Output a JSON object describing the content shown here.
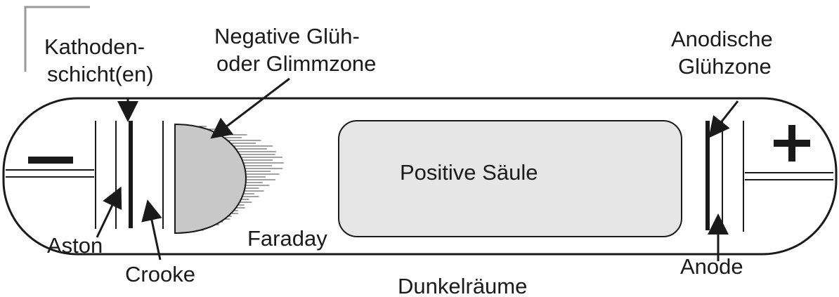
{
  "labels": {
    "kathoden_1": "Kathoden-",
    "kathoden_2": "schicht(en)",
    "negative_1": "Negative Glüh-",
    "negative_2": "oder Glimmzone",
    "anodische_1": "Anodische",
    "anodische_2": "Glühzone",
    "positive_column": "Positive Säule",
    "aston": "Aston",
    "crooke": "Crooke",
    "faraday": "Faraday",
    "anode": "Anode",
    "dunkelraeume": "Dunkelräume"
  },
  "electrodes": {
    "cathode_sign": "−",
    "anode_sign": "+"
  },
  "colors": {
    "stroke": "#1a1a1a",
    "glow_fill": "#c8c8c8",
    "column_fill": "#e6e6e6",
    "frame": "#999999"
  }
}
